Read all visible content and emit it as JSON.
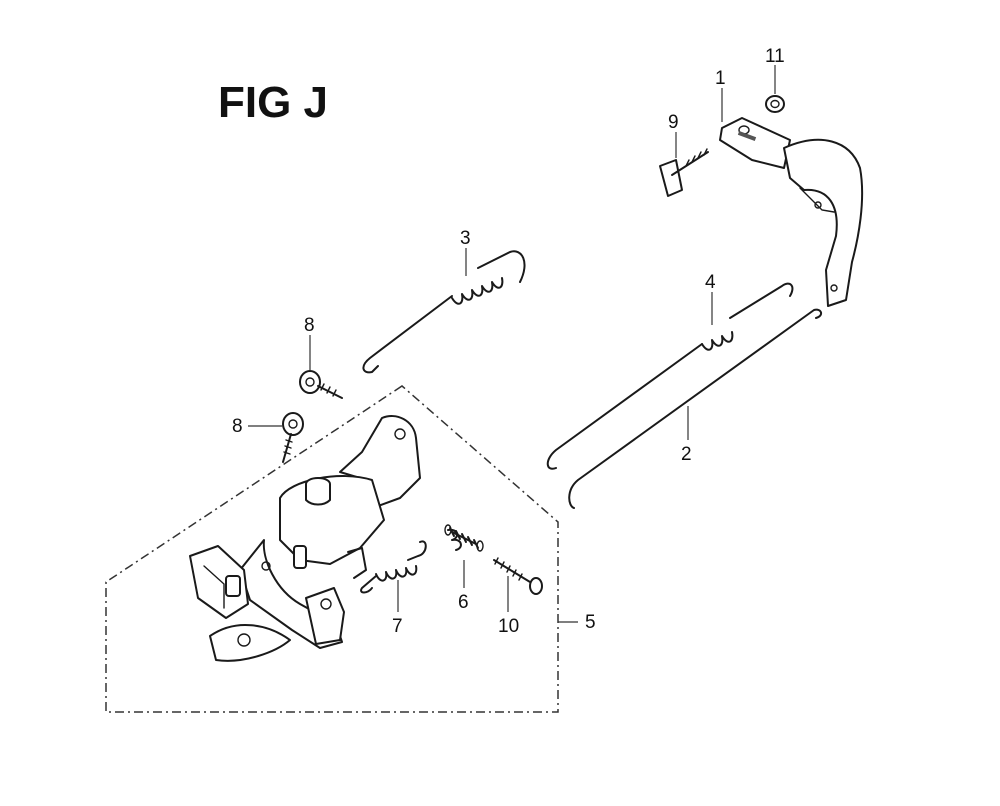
{
  "figure": {
    "title": "FIG J",
    "callouts": {
      "part1": "1",
      "part2": "2",
      "part3": "3",
      "part4": "4",
      "part5": "5",
      "part6": "6",
      "part7": "7",
      "part8a": "8",
      "part8b": "8",
      "part9": "9",
      "part10": "10",
      "part11": "11"
    }
  }
}
